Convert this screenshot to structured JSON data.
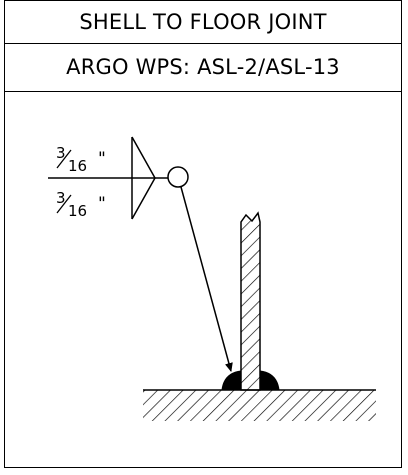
{
  "title": "SHELL TO FLOOR JOINT",
  "wps": "ARGO WPS: ASL-2/ASL-13",
  "weld_symbol": {
    "arrow_side_size": {
      "numerator": "3",
      "denominator": "16",
      "unit": "\""
    },
    "other_side_size": {
      "numerator": "3",
      "denominator": "16",
      "unit": "\""
    },
    "type": "fillet-both-sides",
    "weld_all_around": true
  },
  "colors": {
    "line": "#000000",
    "background": "#ffffff",
    "weld_bead": "#000000"
  }
}
